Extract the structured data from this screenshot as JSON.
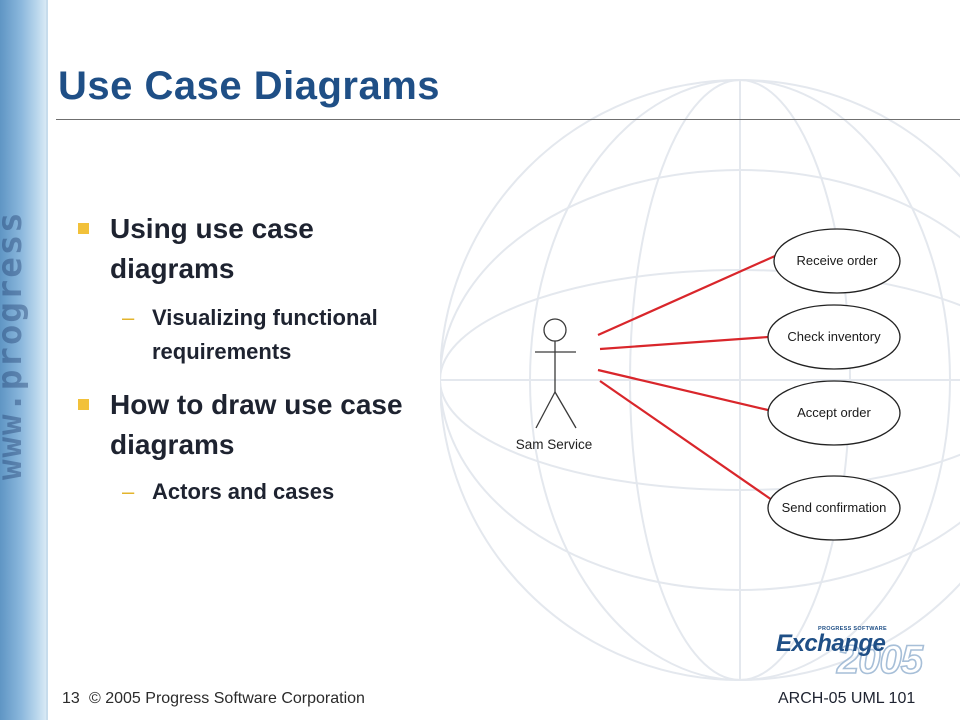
{
  "slide": {
    "title": "Use Case Diagrams",
    "bullets": [
      {
        "text": "Using use case diagrams",
        "lines": [
          "Using use case",
          "diagrams"
        ],
        "subs": [
          {
            "text": "Visualizing functional requirements",
            "lines": [
              "Visualizing functional",
              "requirements"
            ]
          }
        ]
      },
      {
        "text": "How to draw use case diagrams",
        "lines": [
          "How to draw use case",
          "diagrams"
        ],
        "subs": [
          {
            "text": "Actors and cases",
            "lines": [
              "Actors and cases"
            ]
          }
        ]
      }
    ],
    "watermark": "www.progress"
  },
  "diagram": {
    "actor": "Sam Service",
    "use_cases": [
      "Receive order",
      "Check inventory",
      "Accept order",
      "Send confirmation"
    ],
    "line_color": "#d9262b"
  },
  "footer": {
    "slide_number": "13",
    "copyright": "© 2005 Progress Software Corporation",
    "session_code": "ARCH-05 UML 101",
    "logo_tagline": "PROGRESS SOFTWARE",
    "logo_word": "Exchange",
    "logo_year": "2005"
  },
  "colors": {
    "title": "#1f4f86",
    "bullet_marker": "#f2c13a",
    "left_bar": "#6a9fcd"
  }
}
